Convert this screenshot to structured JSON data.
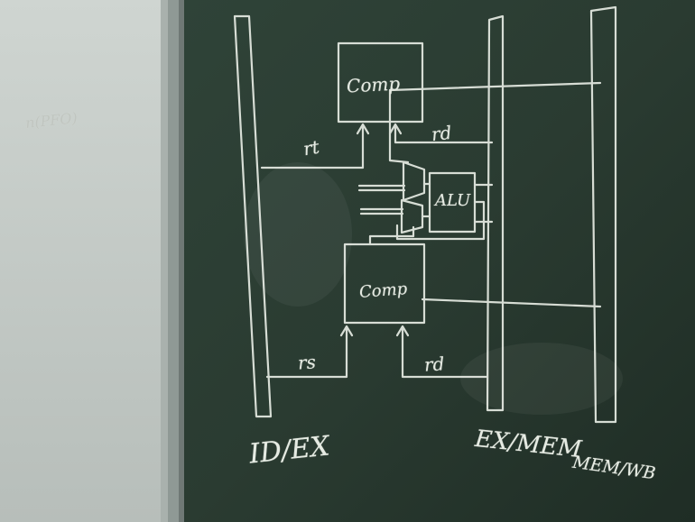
{
  "colors": {
    "wall": "#c9cfcb",
    "wall_shadow": "#aeb5b1",
    "frame": "#8b9491",
    "board": "#2b3d33",
    "board_dark": "#223128",
    "chalk": "#e6ebe3"
  },
  "labels": {
    "wall_note": "n(PFO)",
    "comp_top": "Comp",
    "comp_bottom": "Comp",
    "alu": "ALU",
    "rt": "rt",
    "rd_top": "rd",
    "rs": "rs",
    "rd_bottom": "rd",
    "id_ex": "ID/EX",
    "ex_mem": "EX/MEM",
    "mem_wb": "MEM/WB"
  }
}
